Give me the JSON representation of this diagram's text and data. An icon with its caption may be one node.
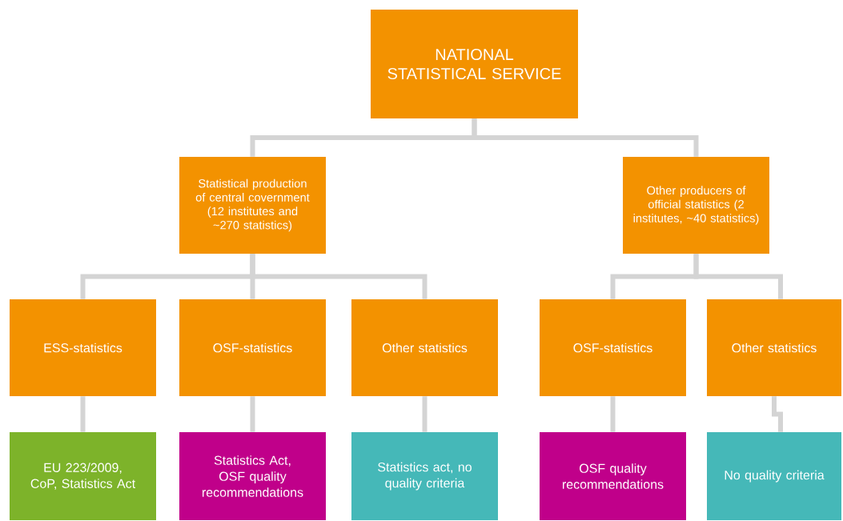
{
  "diagram": {
    "nodes": [
      {
        "text": [
          "NATIONAL STATISTICAL SERVICE"
        ]
      },
      {
        "text": [
          "Statistical production of central covernment (12 institutes and ~270 statistics)"
        ]
      },
      {
        "text": [
          "Other producers of official statistics (2 institutes, ~40 statistics)"
        ]
      },
      {
        "text": [
          "ESS-statistics"
        ]
      },
      {
        "text": [
          "OSF-statistics"
        ]
      },
      {
        "text": [
          "Other statistics"
        ]
      },
      {
        "text": [
          "OSF-statistics"
        ]
      },
      {
        "text": [
          "Other statistics"
        ]
      },
      {
        "text": [
          "EU 223/2009, CoP, Statistics Act"
        ]
      },
      {
        "text": [
          "Statistics Act, OSF quality recommendations"
        ]
      },
      {
        "text": [
          "Statistics act, no quality criteria"
        ]
      },
      {
        "text": [
          "OSF quality recommendations"
        ]
      },
      {
        "text": [
          "No quality criteria"
        ]
      }
    ],
    "edges": [
      {
        "from": 0,
        "to": 1,
        "arrow": "none"
      },
      {
        "from": 0,
        "to": 2,
        "arrow": "none"
      },
      {
        "from": 1,
        "to": 3,
        "arrow": "none"
      },
      {
        "from": 1,
        "to": 4,
        "arrow": "none"
      },
      {
        "from": 1,
        "to": 5,
        "arrow": "none"
      },
      {
        "from": 2,
        "to": 6,
        "arrow": "none"
      },
      {
        "from": 2,
        "to": 7,
        "arrow": "none"
      },
      {
        "from": 3,
        "to": 8,
        "arrow": "none"
      },
      {
        "from": 4,
        "to": 9,
        "arrow": "none"
      },
      {
        "from": 5,
        "to": 10,
        "arrow": "none"
      },
      {
        "from": 6,
        "to": 11,
        "arrow": "none"
      },
      {
        "from": 7,
        "to": 12,
        "arrow": "none"
      }
    ]
  }
}
